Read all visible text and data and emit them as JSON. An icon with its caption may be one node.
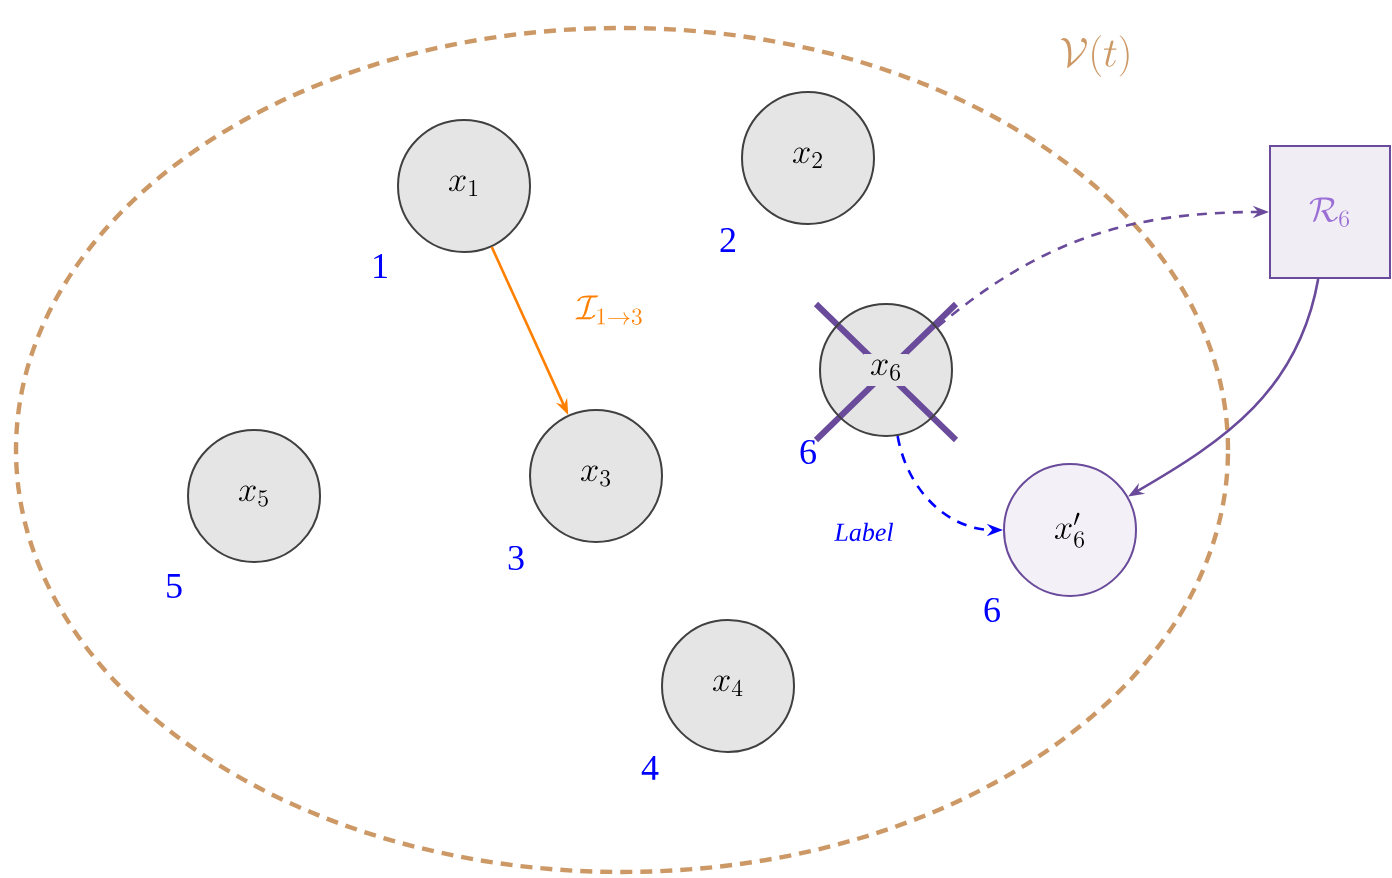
{
  "diagram": {
    "nodes": [
      {
        "text": [
          "\\mathcal{V}(t)"
        ]
      },
      {
        "text": [
          "x_1"
        ],
        "in": 0,
        "beside": [
          "1"
        ]
      },
      {
        "text": [
          "x_2"
        ],
        "in": 0,
        "beside": [
          "2"
        ]
      },
      {
        "text": [
          "x_3"
        ],
        "in": 0,
        "beside": [
          "3"
        ]
      },
      {
        "text": [
          "x_4"
        ],
        "in": 0,
        "beside": [
          "4"
        ]
      },
      {
        "text": [
          "x_5"
        ],
        "in": 0,
        "beside": [
          "5"
        ]
      },
      {
        "text": [
          "x_6"
        ],
        "in": 0,
        "beside": [
          "6"
        ]
      },
      {
        "text": [
          "x'_6"
        ],
        "in": 0,
        "beside": [
          "6"
        ]
      },
      {
        "text": [
          "\\mathcal{R}_6"
        ]
      }
    ],
    "edges": [
      {
        "from": 1,
        "to": 3,
        "arrow": "to",
        "label": "\\mathcal{I}_{1\\to 3}",
        "color": "#ff8000"
      },
      {
        "from": 6,
        "to": 8,
        "arrow": "to",
        "style": "dashed"
      },
      {
        "from": 8,
        "to": 7,
        "arrow": "to"
      },
      {
        "from": 6,
        "to": 7,
        "arrow": "to",
        "style": "dashed",
        "label": "Label",
        "color": "#0000ff"
      }
    ]
  }
}
